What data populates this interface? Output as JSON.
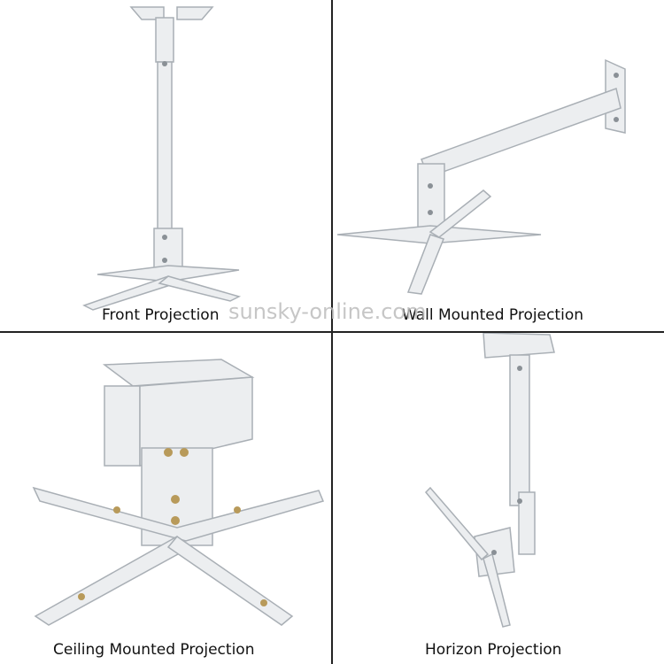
{
  "panels": [
    {
      "caption": "Front Projection"
    },
    {
      "caption": "Wall Mounted Projection"
    },
    {
      "caption": "Ceiling Mounted Projection"
    },
    {
      "caption": "Horizon Projection"
    }
  ],
  "watermark": "sunsky-online.com",
  "colors": {
    "metal": "#eceef0",
    "edge": "#a9afb5",
    "divider": "#222222"
  }
}
